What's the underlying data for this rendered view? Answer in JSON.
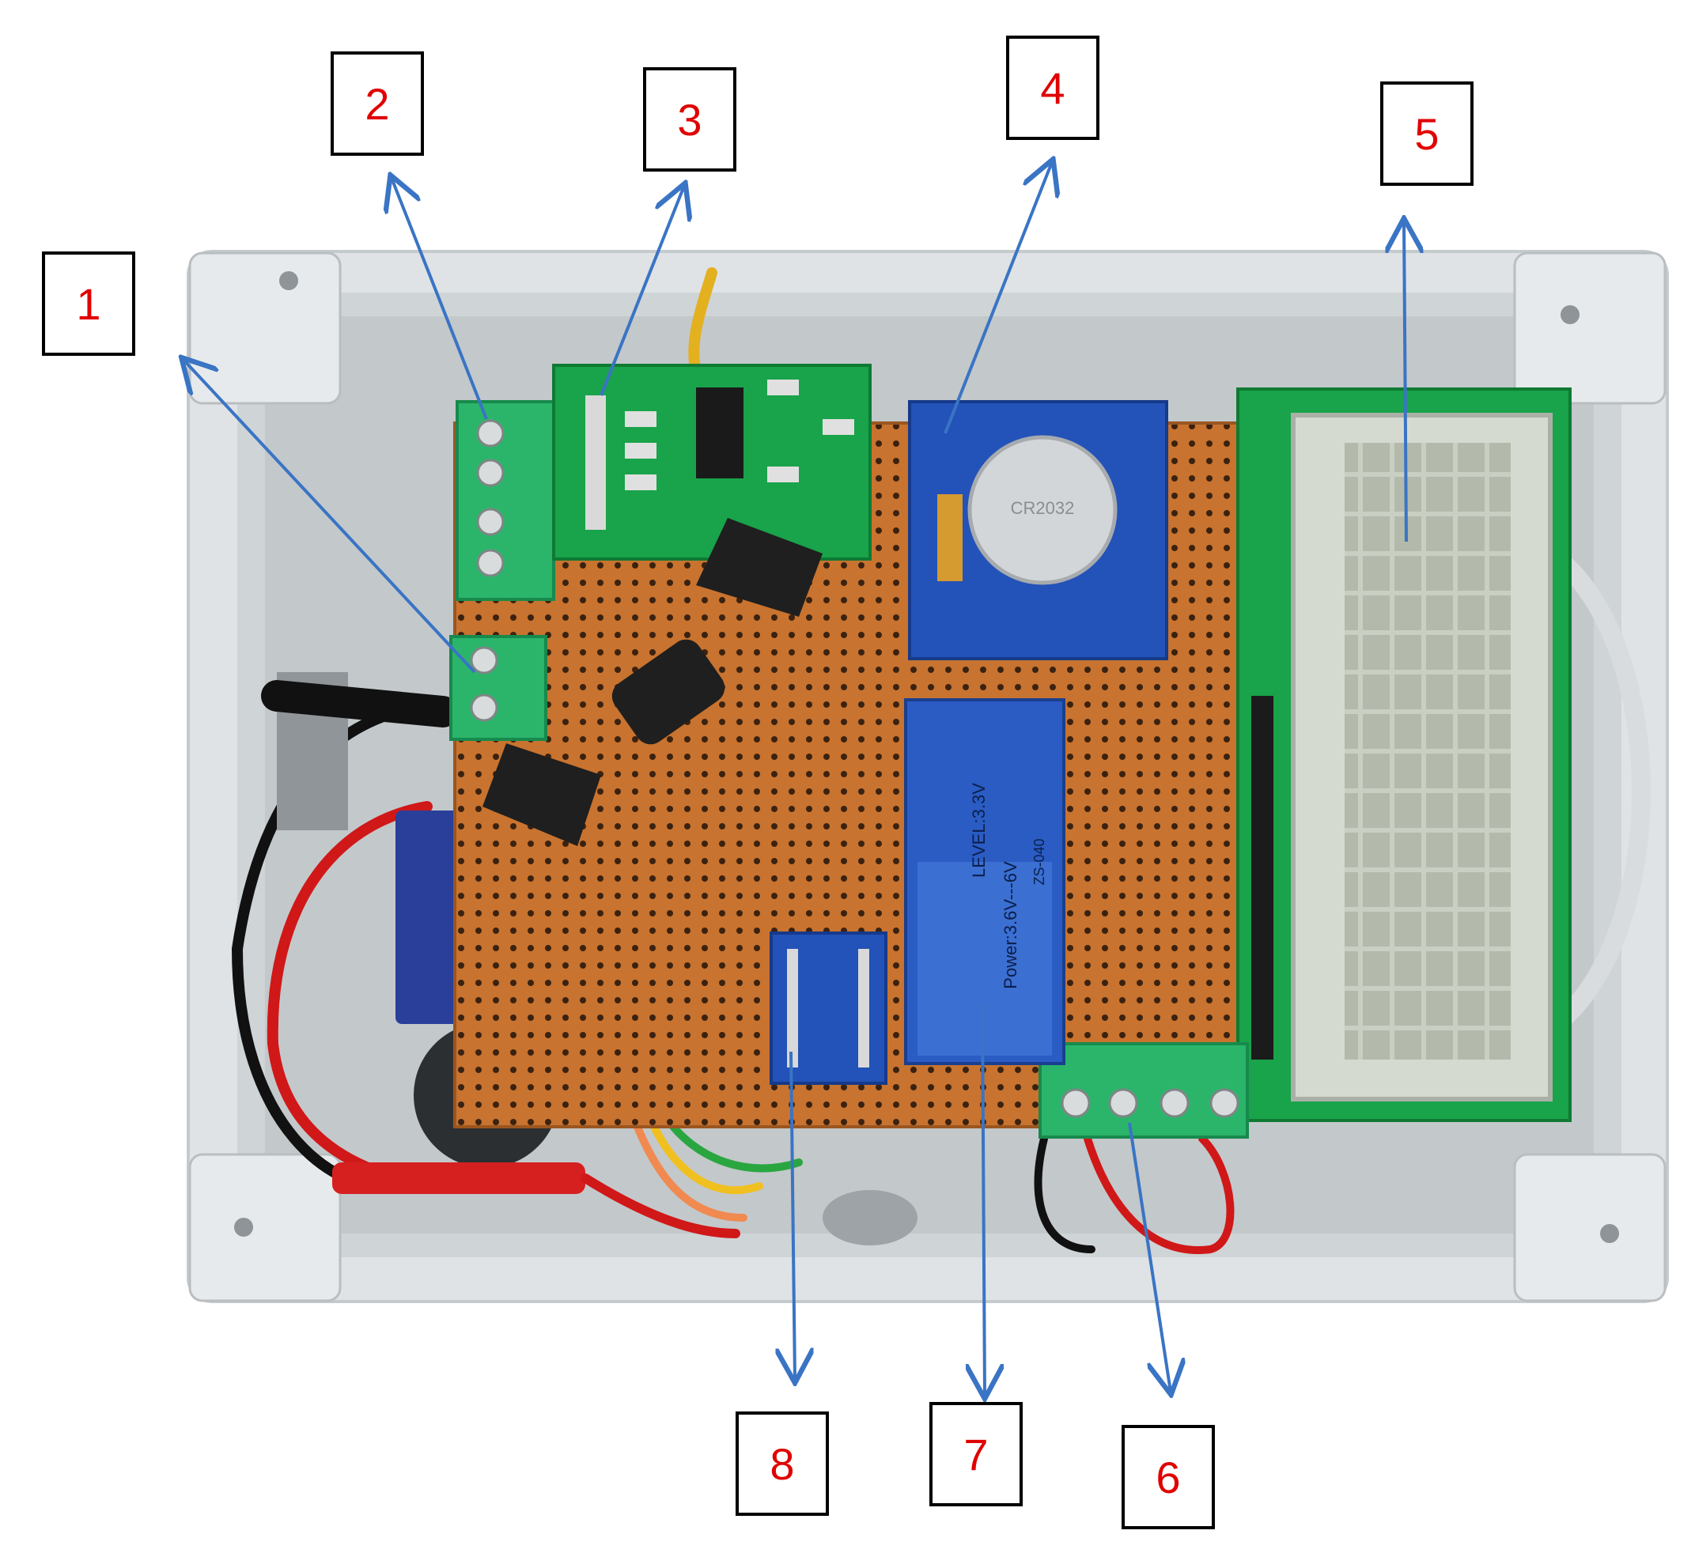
{
  "labels": [
    {
      "id": "1",
      "text": "1"
    },
    {
      "id": "2",
      "text": "2"
    },
    {
      "id": "3",
      "text": "3"
    },
    {
      "id": "4",
      "text": "4"
    },
    {
      "id": "5",
      "text": "5"
    },
    {
      "id": "6",
      "text": "6"
    },
    {
      "id": "7",
      "text": "7"
    },
    {
      "id": "8",
      "text": "8"
    }
  ],
  "silkscreen": {
    "bt_level": "LEVEL:3.3V",
    "bt_power": "Power:3.6V---6V",
    "bt_model": "ZS-040",
    "battery": "CR2032"
  },
  "colors": {
    "label_text": "#e00000",
    "arrow": "#3a74c4",
    "enclosure": "#dfe3e6",
    "perfboard": "#c8732f",
    "pcb_green": "#19a34a",
    "module_blue": "#1f4fa8"
  }
}
